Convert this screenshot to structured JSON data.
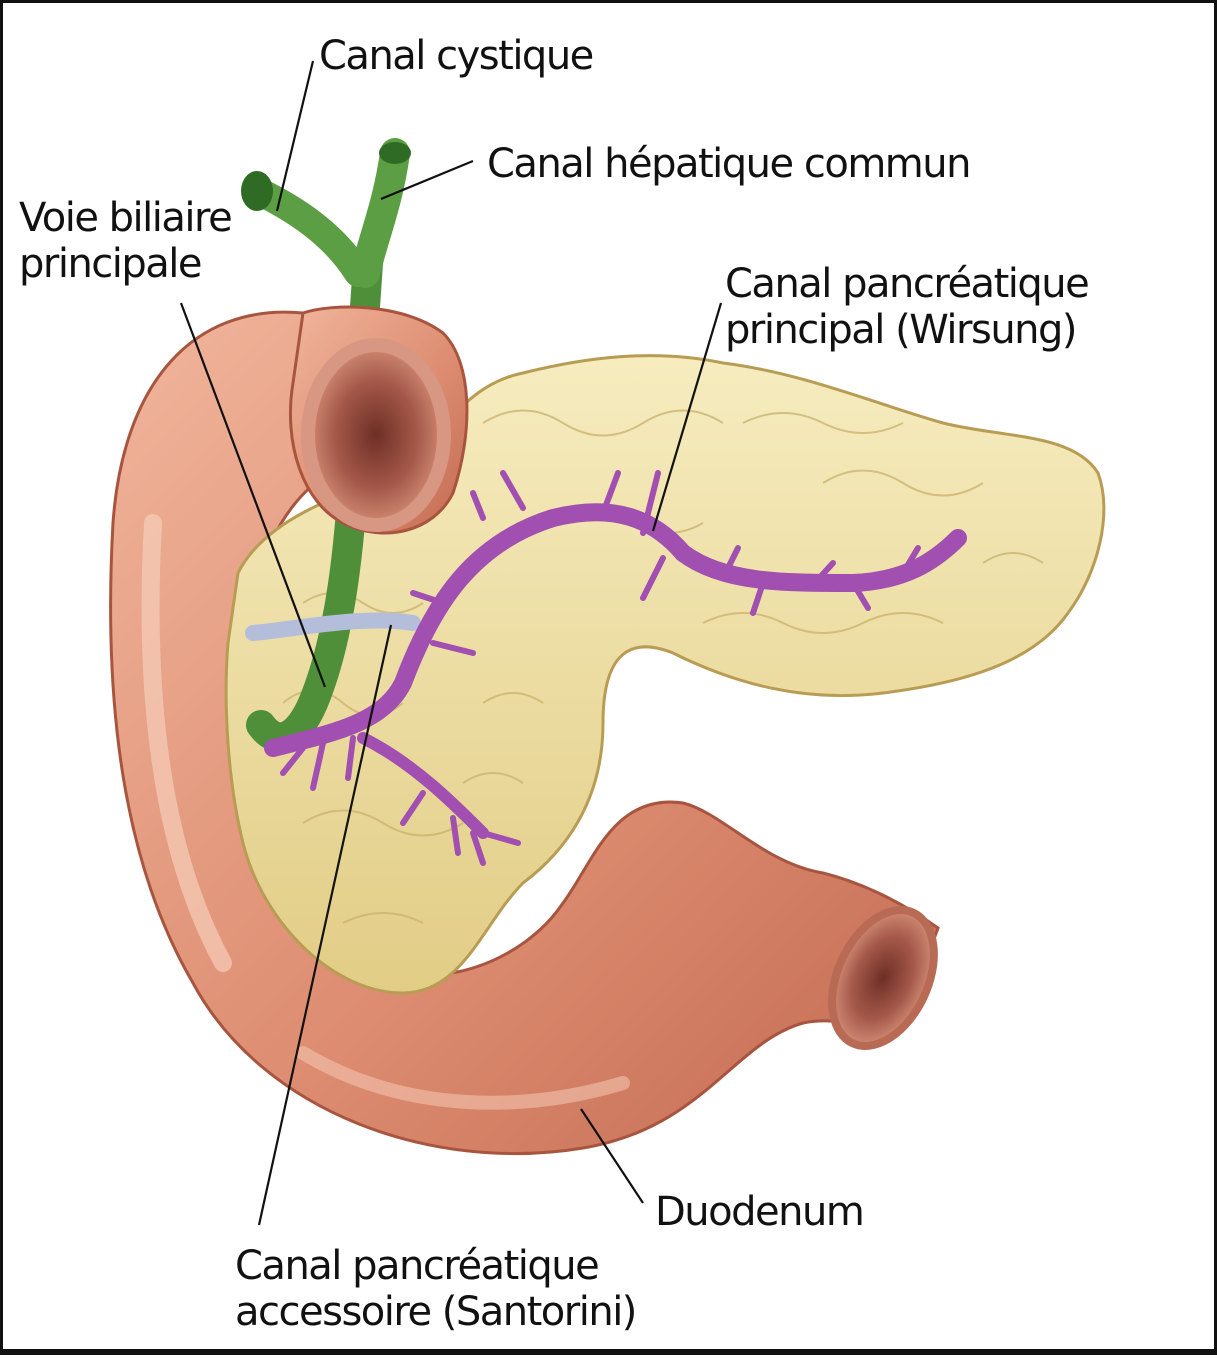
{
  "labels": {
    "canal_cystique": "Canal cystique",
    "canal_hepatique": "Canal hépatique commun",
    "voie_biliaire": [
      "Voie biliaire",
      "principale"
    ],
    "wirsung": [
      "Canal pancréatique",
      "principal (Wirsung)"
    ],
    "duodenum": "Duodenum",
    "santorini": [
      "Canal pancréatique",
      "accessoire (Santorini)"
    ]
  },
  "colors": {
    "duodenum": "#e29a7f",
    "duodenum_shadow": "#b9634c",
    "pancreas": "#efe0a4",
    "pancreas_lobule": "#c9b26c",
    "bile_duct": "#4f8f3a",
    "pancreatic_duct": "#a14fb0",
    "vein": "#b4bedb",
    "leader": "#111111"
  }
}
